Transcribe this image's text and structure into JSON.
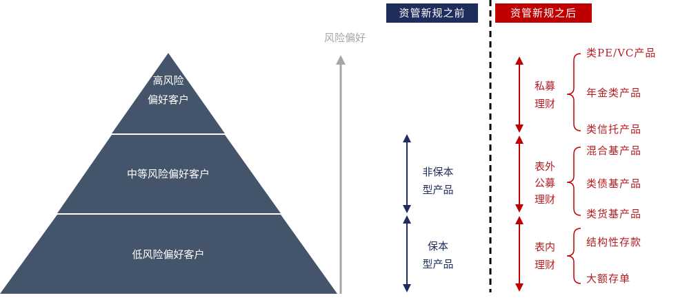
{
  "headers": {
    "before": "资管新规之前",
    "after": "资管新规之后"
  },
  "axis_label": "风险偏好",
  "pyramid": {
    "top": [
      "高风险",
      "偏好客户"
    ],
    "middle": "中等风险偏好客户",
    "bottom": "低风险偏好客户"
  },
  "before_groups": [
    {
      "lines": [
        "非保本",
        "型产品"
      ]
    },
    {
      "lines": [
        "保本",
        "型产品"
      ]
    }
  ],
  "after_groups": [
    {
      "lines": [
        "私募",
        "理财"
      ],
      "items": [
        "类PE/VC产品",
        "年金类产品",
        "类信托产品"
      ]
    },
    {
      "lines": [
        "表外",
        "公募",
        "理财"
      ],
      "items": [
        "混合基产品",
        "类债基产品",
        "类货基产品"
      ]
    },
    {
      "lines": [
        "表内",
        "理财"
      ],
      "items": [
        "结构性存款",
        "大额存单"
      ]
    }
  ],
  "colors": {
    "pyramid": "#44546a",
    "before": "#1f2d5c",
    "after": "#c00000",
    "axis": "#a6a6a6"
  }
}
